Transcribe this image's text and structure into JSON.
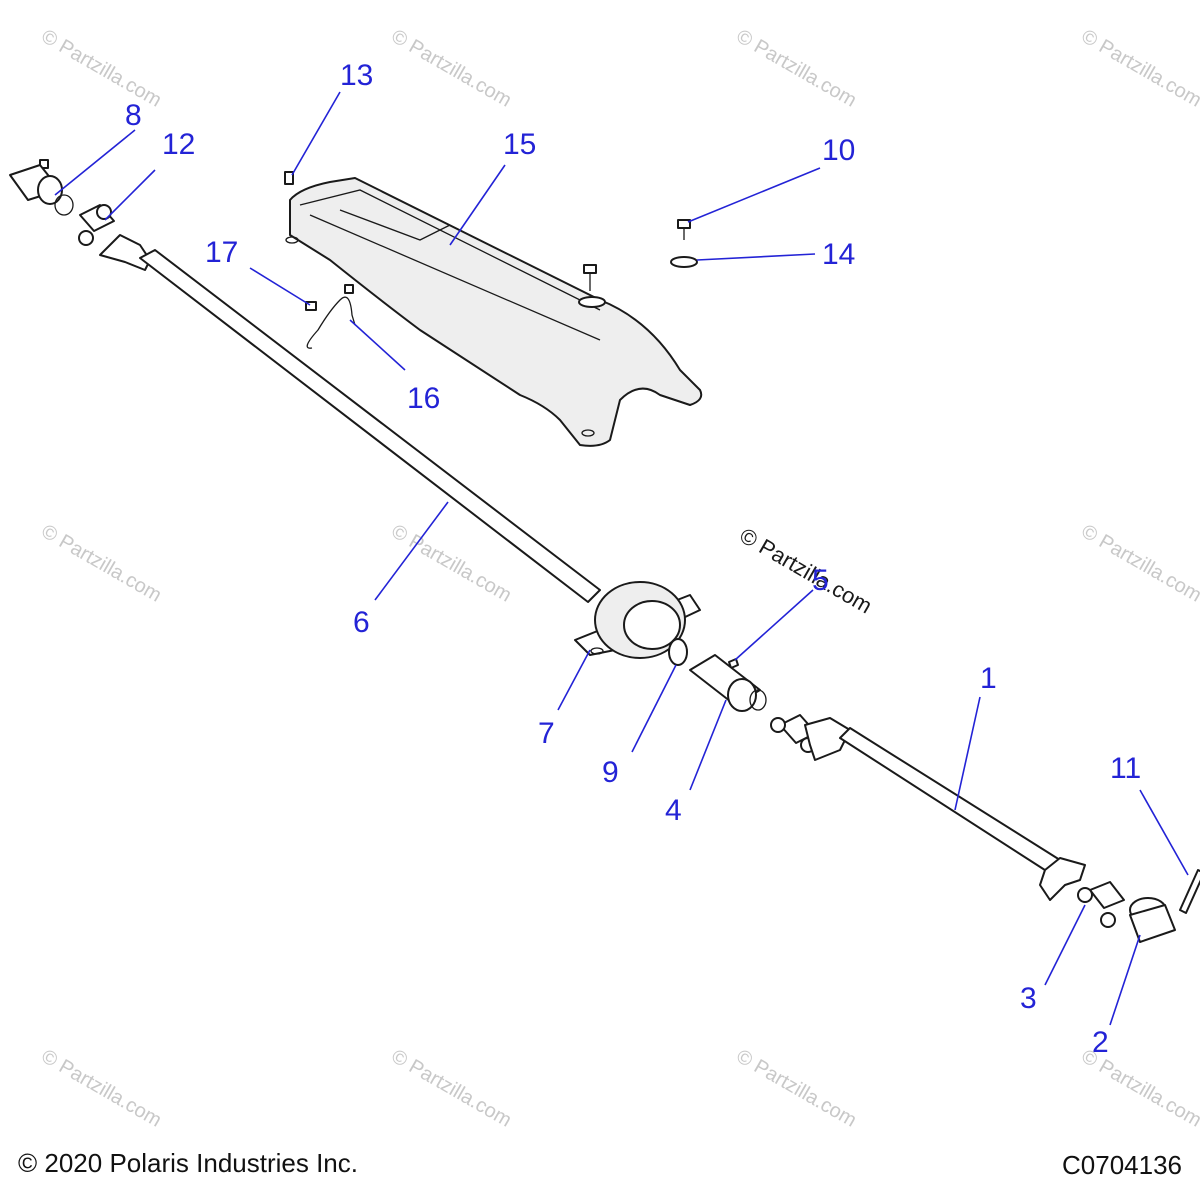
{
  "watermark": "© Partzilla.com",
  "copyright": "© 2020 Polaris Industries Inc.",
  "diagram_code": "C0704136",
  "callouts": {
    "c1": "1",
    "c2": "2",
    "c3": "3",
    "c4": "4",
    "c5": "5",
    "c6": "6",
    "c7": "7",
    "c8": "8",
    "c9": "9",
    "c10": "10",
    "c11": "11",
    "c12": "12",
    "c13": "13",
    "c14": "14",
    "c15": "15",
    "c16": "16",
    "c17": "17"
  }
}
